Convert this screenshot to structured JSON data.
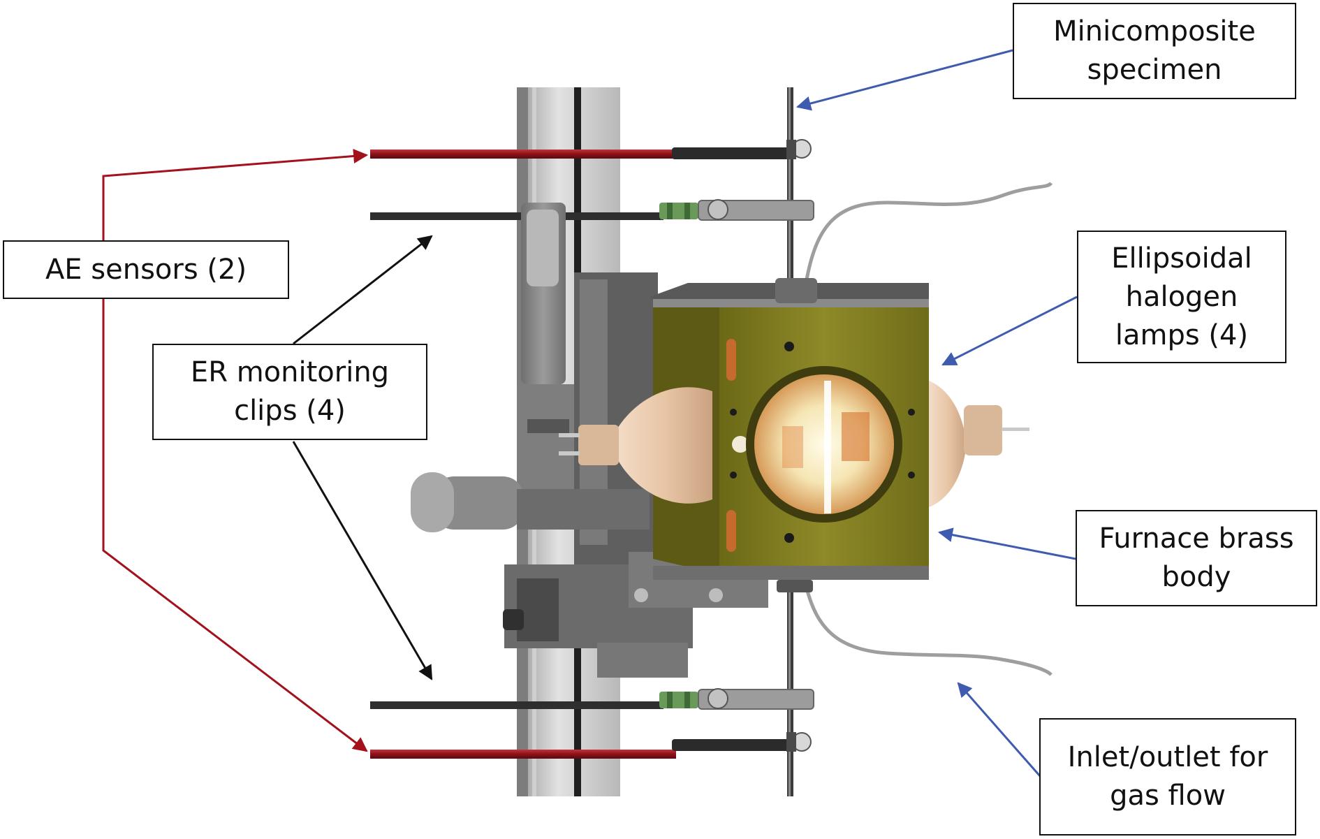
{
  "labels": {
    "minicomposite": {
      "line1": "Minicomposite",
      "line2": "specimen"
    },
    "ae_sensors": {
      "line1": "AE sensors (2)"
    },
    "er_clips": {
      "line1": "ER monitoring",
      "line2": "clips (4)"
    },
    "lamps": {
      "line1": "Ellipsoidal",
      "line2": "halogen",
      "line3": "lamps (4)"
    },
    "furnace": {
      "line1": "Furnace brass",
      "line2": "body"
    },
    "inlet": {
      "line1": "Inlet/outlet for",
      "line2": "gas flow"
    }
  },
  "colors": {
    "ae_arrow": "#a3121c",
    "er_arrow": "#111111",
    "part_arrow": "#3f5bb0",
    "brass": "#7d7a20",
    "steel": "#3a3a3a"
  },
  "icons": [
    "halogen-lamp-icon",
    "furnace-body-icon",
    "sensor-rod-icon",
    "clip-icon"
  ]
}
